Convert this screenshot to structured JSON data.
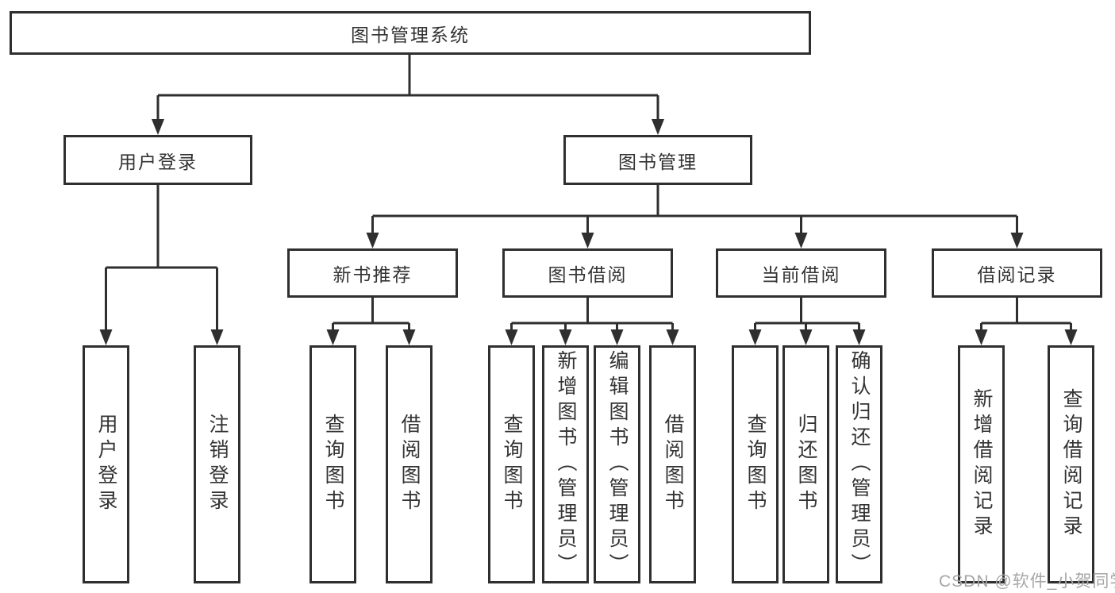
{
  "tree": {
    "label": "图书管理系统",
    "children": [
      {
        "label": "用户登录",
        "children": [
          {
            "label": "用户登录"
          },
          {
            "label": "注销登录"
          }
        ]
      },
      {
        "label": "图书管理",
        "children": [
          {
            "label": "新书推荐",
            "children": [
              {
                "label": "查询图书"
              },
              {
                "label": "借阅图书"
              }
            ]
          },
          {
            "label": "图书借阅",
            "children": [
              {
                "label": "查询图书"
              },
              {
                "label": "新增图书（管理员）"
              },
              {
                "label": "编辑图书（管理员）"
              },
              {
                "label": "借阅图书"
              }
            ]
          },
          {
            "label": "当前借阅",
            "children": [
              {
                "label": "查询图书"
              },
              {
                "label": "归还图书"
              },
              {
                "label": "确认归还（管理员）"
              }
            ]
          },
          {
            "label": "借阅记录",
            "children": [
              {
                "label": "新增借阅记录"
              },
              {
                "label": "查询借阅记录"
              }
            ]
          }
        ]
      }
    ]
  },
  "watermark": {
    "text": "CSDN @软件_小贺同学"
  },
  "colors": {
    "line": "#2f2f2f",
    "box_border": "#2f2f2f",
    "box_fill": "#ffffff",
    "text": "#333333",
    "watermark": "#a6a6a6"
  }
}
